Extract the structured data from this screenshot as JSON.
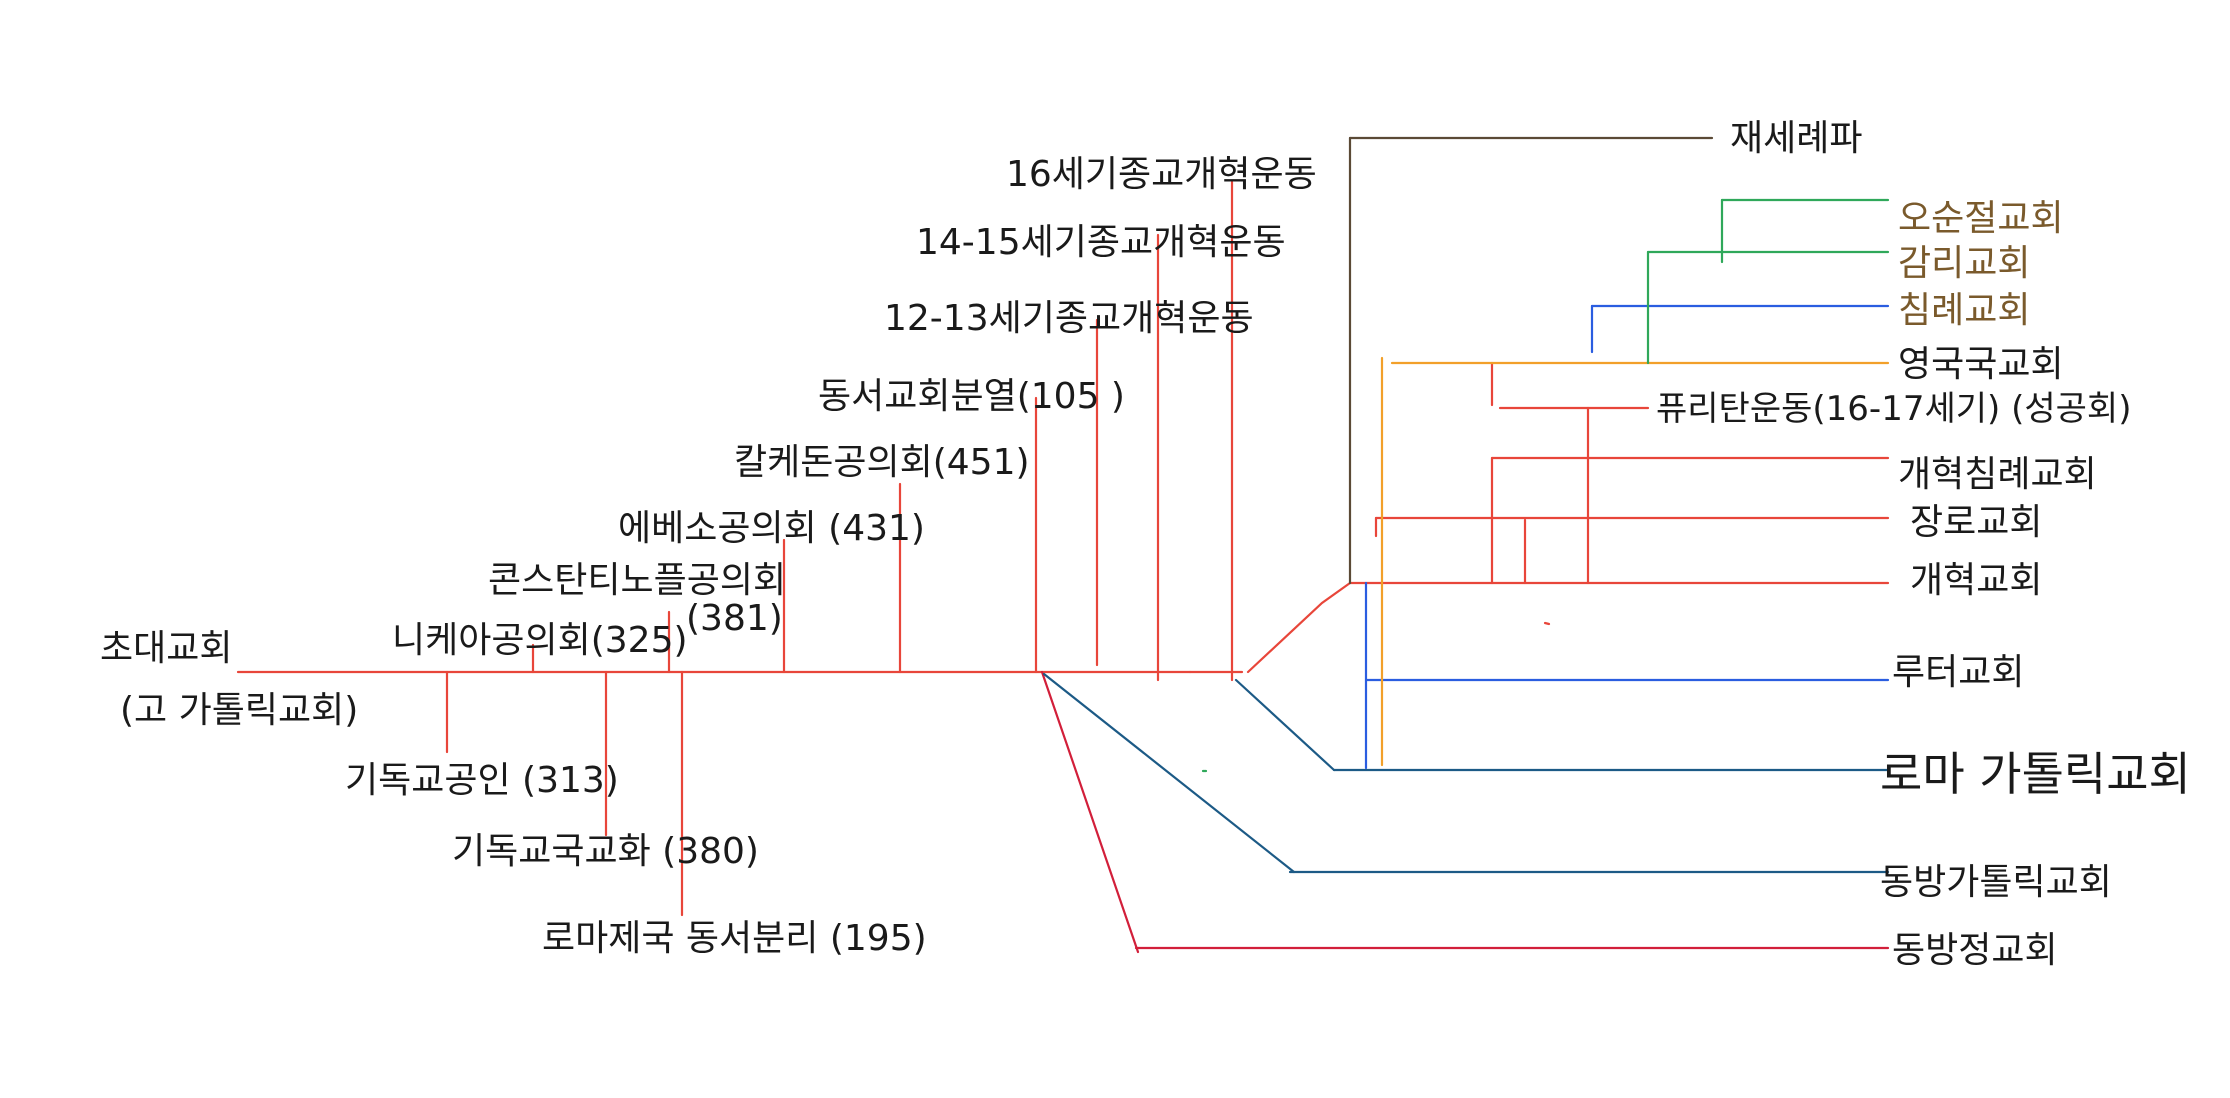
{
  "colors": {
    "red": "#e8463a",
    "crimson": "#d21f3a",
    "navy": "#1c5a86",
    "blue": "#2a5de0",
    "green": "#2fa85a",
    "orange": "#f2a02a",
    "brown": "#5b4a36",
    "brown_text": "#7a5a2c"
  },
  "labels": {
    "chodae": "초대교회",
    "chodae_sub": "(고 가톨릭교회)",
    "christian_recognition": "기독교공인 (313)",
    "nicaea": "니케아공의회(325)",
    "state_religion": "기독교국교화 (380)",
    "constantinople": "콘스탄티노플공의회",
    "constantinople_year": "(381)",
    "roman_division": "로마제국 동서분리 (195)",
    "ephesus": "에베소공의회 (431)",
    "chalcedon": "칼케돈공의회(451)",
    "schism": "동서교회분열(105 )",
    "reform_12_13": "12-13세기종교개혁운동",
    "reform_14_15": "14-15세기종교개혁운동",
    "reform_16": "16세기종교개혁운동",
    "anabaptist": "재세례파",
    "salvation_church": "오순절교회",
    "methodist": "감리교회",
    "baptist": "침례교회",
    "anglican": "영국국교회",
    "puritan": "퓨리탄운동(16-17세기) (성공회)",
    "reformed_baptist": "개혁침례교회",
    "presbyterian": "장로교회",
    "reformed": "개혁교회",
    "lutheran": "루터교회",
    "roman_catholic": "로마 가톨릭교회",
    "eastern_catholic": "동방가톨릭교회",
    "eastern_orthodox": "동방정교회"
  }
}
